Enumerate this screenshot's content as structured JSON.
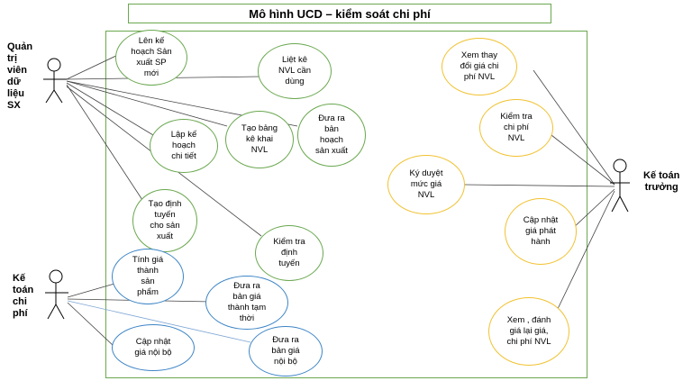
{
  "title": "Mô hình UCD – kiểm soát chi phí",
  "actors": {
    "admin": {
      "label": "Quản\ntrị\nviên\ndữ\nliệu\nSX"
    },
    "chief_accountant": {
      "label": "Kế toán\ntrưởng"
    },
    "cost_accountant": {
      "label": "Kế\ntoán\nchi\nphí"
    }
  },
  "use_cases": {
    "plan_production": "Lên kế\nhoạch Sản\nxuất SP\nmới",
    "list_materials": "Liệt kê\nNVL cần\ndùng",
    "output_plan": "Đưa ra\nbản\nhoạch\nsản xuất",
    "detailed_plan": "Lập kế\nhoạch\nchi tiết",
    "declaration_table": "Tạo bảng\nkê khai\nNVL",
    "production_route": "Tạo định\ntuyến\ncho sản\nxuất",
    "check_route": "Kiểm tra\nđịnh\ntuyến",
    "view_price_change": "Xem thay\nđổi giá chi\nphí NVL",
    "check_cost": "Kiểm tra\nchi phí\nNVL",
    "approve_price": "Ký duyệt\nmức giá\nNVL",
    "update_issue_price": "Cập nhật\ngiá phát\nhành",
    "review_prices": "Xem , đánh\ngiá lại giá,\nchi phí NVL",
    "calc_cost": "Tính giá\nthành\nsản\nphẩm",
    "temp_cost": "Đưa ra\nbản giá\nthành tạm\nthời",
    "update_internal": "Cập nhật\ngiá nội bộ",
    "internal_price": "Đưa ra\nbản giá\nnội bộ"
  },
  "colors": {
    "frame": "#6aa84f",
    "admin_cases": "#6aa84f",
    "chief_cases": "#f1c232",
    "cost_cases": "#3d85c6",
    "line": "#444444"
  }
}
